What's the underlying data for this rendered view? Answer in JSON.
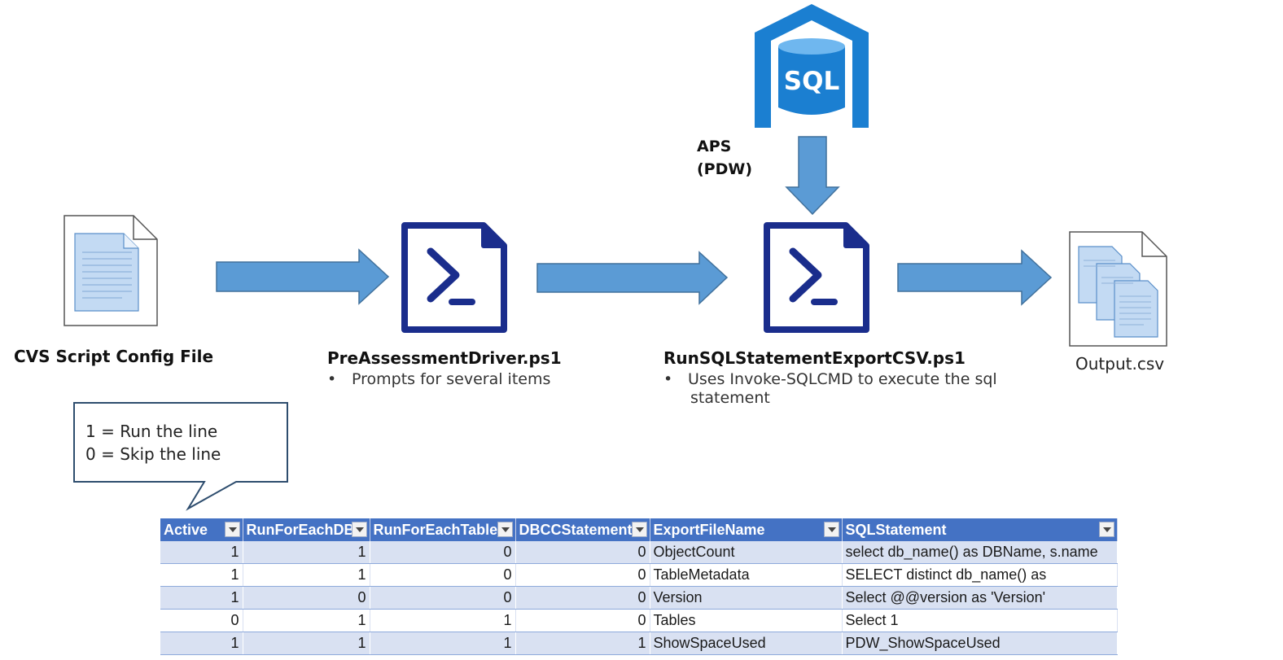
{
  "nodes": {
    "config_file": {
      "title": "CVS Script Config File"
    },
    "driver": {
      "title": "PreAssessmentDriver.ps1",
      "bullets": [
        "Prompts for several items"
      ]
    },
    "run_sql": {
      "title": "RunSQLStatementExportCSV.ps1",
      "bullets": [
        "Uses Invoke-SQLCMD to execute the sql",
        "statement"
      ]
    },
    "output": {
      "label": "Output.csv"
    },
    "database": {
      "icon_text": "SQL",
      "label_line1": "APS",
      "label_line2": "(PDW)"
    }
  },
  "callout": {
    "line1": "1 = Run the line",
    "line2": "0 = Skip the line"
  },
  "config_table": {
    "headers": [
      "Active",
      "RunForEachDB",
      "RunForEachTable",
      "DBCCStatement",
      "ExportFileName",
      "SQLStatement"
    ],
    "rows": [
      [
        "1",
        "1",
        "0",
        "0",
        "ObjectCount",
        "select db_name() as DBName, s.name"
      ],
      [
        "1",
        "1",
        "0",
        "0",
        "TableMetadata",
        "SELECT distinct db_name() as"
      ],
      [
        "1",
        "0",
        "0",
        "0",
        "Version",
        "Select @@version as 'Version'"
      ],
      [
        "0",
        "1",
        "1",
        "0",
        "Tables",
        "Select 1"
      ],
      [
        "1",
        "1",
        "1",
        "1",
        "ShowSpaceUsed",
        "PDW_ShowSpaceUsed"
      ]
    ]
  },
  "colors": {
    "arrow_fill": "#5b9bd5",
    "arrow_stroke": "#41719c",
    "powershell_navy": "#1a2d8c",
    "sql_blue": "#1b7fd1",
    "table_header": "#4472c4",
    "table_band": "#d9e1f2"
  },
  "icons": [
    "document-icon",
    "powershell-script-icon",
    "sql-database-icon",
    "multi-document-icon"
  ]
}
